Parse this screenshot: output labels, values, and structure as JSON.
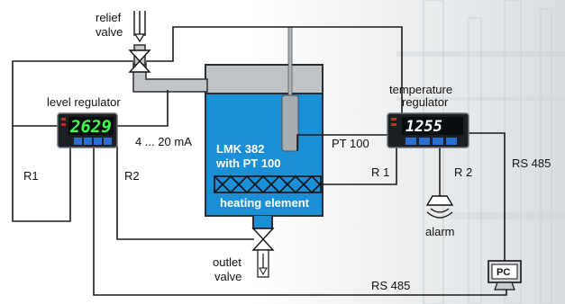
{
  "labels": {
    "relief_valve_1": "relief",
    "relief_valve_2": "valve",
    "level_regulator": "level regulator",
    "signal_4_20": "4 ... 20 mA",
    "r1_left": "R1",
    "r2_left": "R2",
    "sensor_name": "LMK 382",
    "sensor_sub": "with PT 100",
    "heating_element": "heating element",
    "pt100": "PT 100",
    "temp_regulator_1": "temperature",
    "temp_regulator_2": "regulator",
    "r1_right": "R 1",
    "r2_right": "R 2",
    "rs485_right": "RS 485",
    "alarm": "alarm",
    "outlet_valve_1": "outlet",
    "outlet_valve_2": "valve",
    "pc": "PC",
    "rs485_bottom": "RS 485"
  },
  "displays": {
    "level_value": "2629",
    "temp_value": "1255"
  },
  "colors": {
    "tank_water": "#1a8fd6",
    "tank_empty": "#bfc4c9",
    "pipe": "#c2c6ca",
    "wire": "#1a1a1a",
    "display_green": "#3cff4a",
    "display_white": "#ffffff",
    "regulator_body": "#1c1f24",
    "button_blue": "#2b6fd0"
  },
  "icons": {
    "valve": "valve-icon",
    "alarm": "alarm-horn-icon",
    "pc": "pc-monitor-icon",
    "arrow": "flow-arrow-icon"
  }
}
